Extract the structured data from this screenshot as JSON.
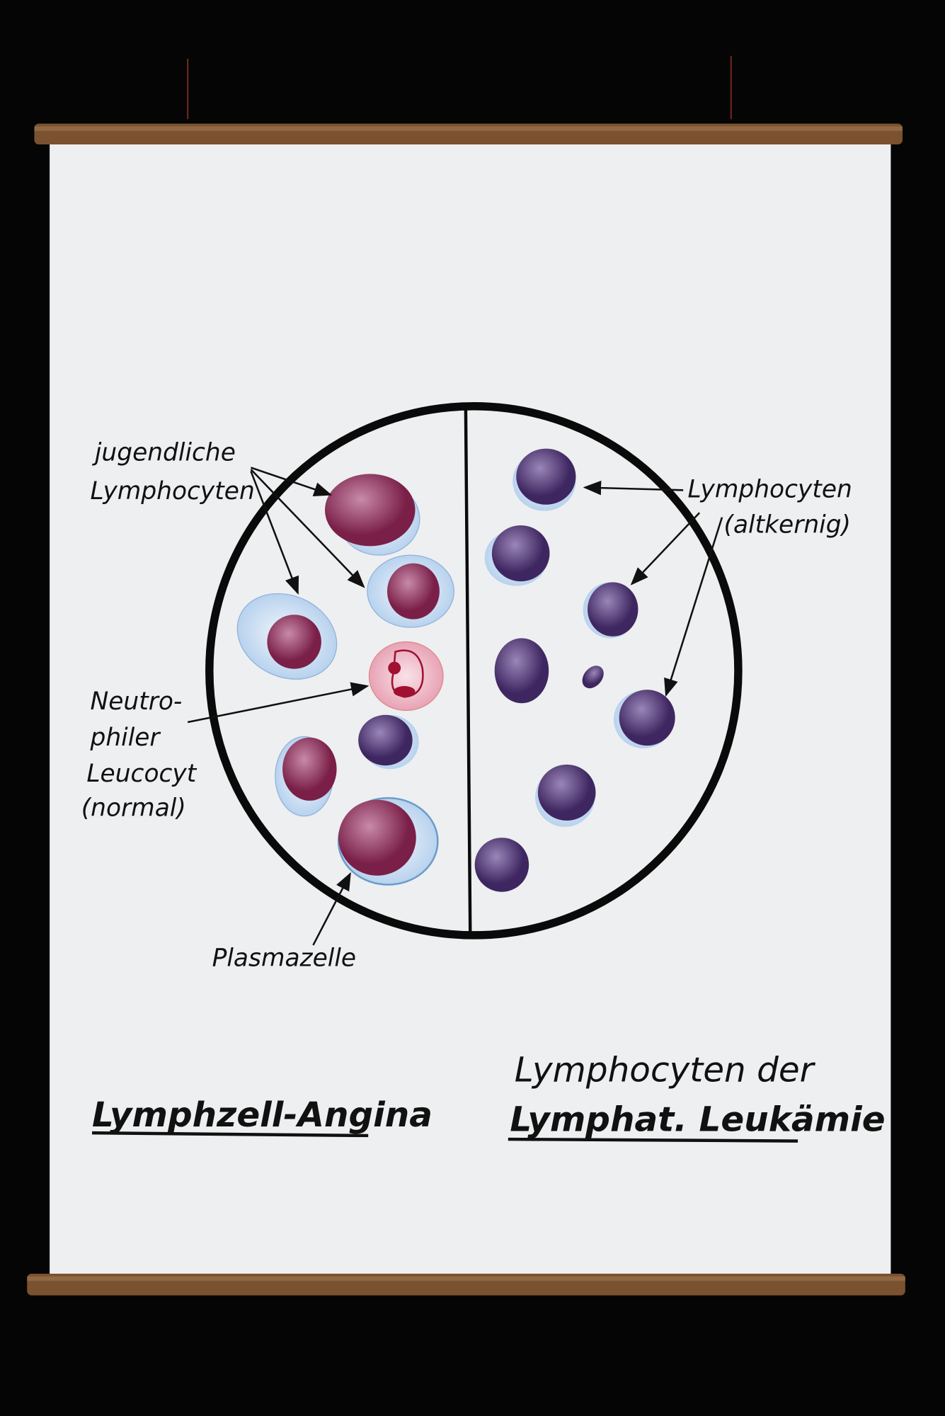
{
  "left_labels": {
    "young_lymphocytes": [
      "jugendliche",
      "Lymphocyten"
    ],
    "neutrophil": [
      "Neutro-",
      "philer",
      "Leucocyt",
      "(normal)"
    ],
    "plasma_cell": "Plasmazelle"
  },
  "right_labels": {
    "old_lymphocytes": [
      "Lymphocyten",
      "(altkernig)"
    ]
  },
  "titles": {
    "left": "Lymphzell-Angina",
    "right_line1": "Lymphocyten der",
    "right_line2": "Lymphat. Leukämie"
  },
  "colors": {
    "paper": "#eeeff0",
    "rod": "#7a5230",
    "nucleus_young": "#8a2a52",
    "nucleus_old": "#4e3470",
    "cytoplasm": "#cfe0f2",
    "neutrophil": "#f3c9d3"
  }
}
